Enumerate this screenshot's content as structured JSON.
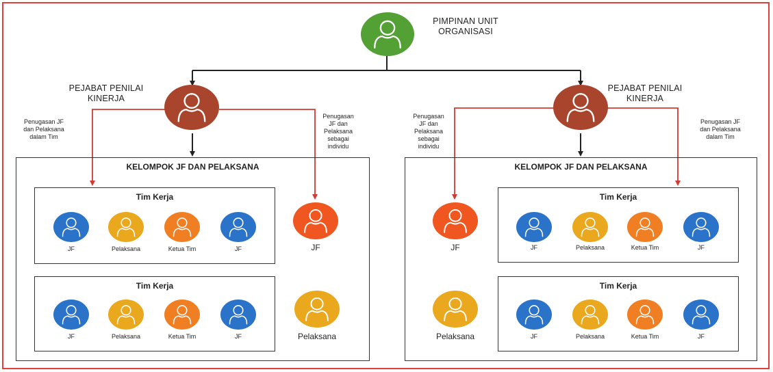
{
  "top": {
    "title_line1": "PIMPINAN UNIT",
    "title_line2": "ORGANISASI",
    "color": "#53a034"
  },
  "left_evaluator": {
    "title_line1": "PEJABAT PENILAI",
    "title_line2": "KINERJA",
    "color": "#a8452c"
  },
  "right_evaluator": {
    "title_line1": "PEJABAT PENILAI",
    "title_line2": "KINERJA",
    "color": "#a8452c"
  },
  "notes": {
    "left_team": [
      "Penugasan JF",
      "dan Pelaksana",
      "dalam Tim"
    ],
    "left_individual": [
      "Penugasan",
      "JF dan",
      "Pelaksana",
      "sebagai",
      "individu"
    ],
    "right_individual": [
      "Penugasan",
      "JF dan",
      "Pelaksana",
      "sebagai",
      "individu"
    ],
    "right_team": [
      "Penugasan JF",
      "dan Pelaksana",
      "dalam Tim"
    ]
  },
  "groups": {
    "left_title": "KELOMPOK JF DAN PELAKSANA",
    "right_title": "KELOMPOK JF DAN PELAKSANA"
  },
  "teams": {
    "title": "Tim Kerja",
    "members": [
      "JF",
      "Pelaksana",
      "Ketua Tim",
      "JF"
    ]
  },
  "individuals": {
    "jf": "JF",
    "pelaksana": "Pelaksana"
  },
  "colors": {
    "jf": "#2a73c9",
    "pelaksana": "#e9a81e",
    "ketua_tim": "#f07e22",
    "jf_individual": "#ef5620",
    "line_dark": "#222222",
    "line_red": "#d23a33",
    "frame": "#e0403a"
  },
  "icons": {
    "person": "person-icon"
  }
}
